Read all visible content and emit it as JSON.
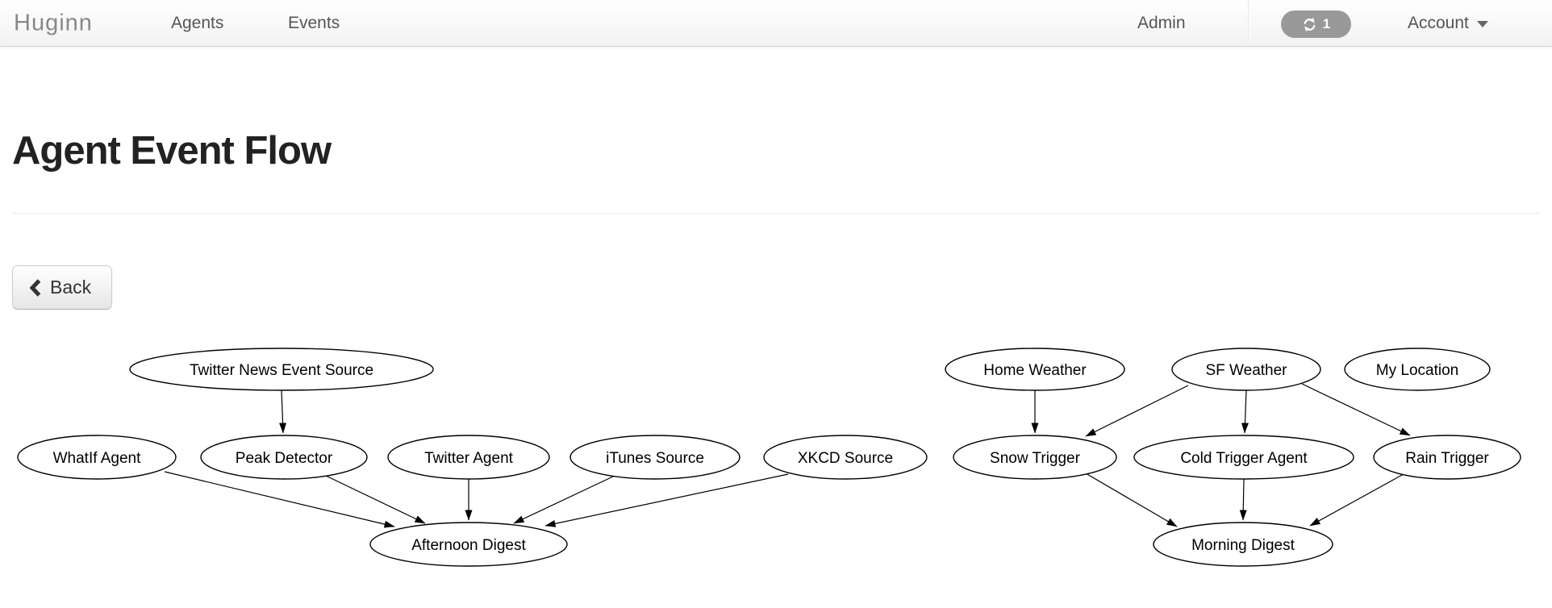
{
  "navbar": {
    "brand": "Huginn",
    "links": [
      {
        "label": "Agents"
      },
      {
        "label": "Events"
      }
    ],
    "admin_label": "Admin",
    "worker_badge": {
      "icon": "refresh-icon",
      "count": "1"
    },
    "account_label": "Account",
    "account_caret": "caret-down-icon"
  },
  "page": {
    "title": "Agent Event Flow",
    "back_icon": "chevron-left-icon",
    "back_button": "Back"
  },
  "graph": {
    "nodes": [
      {
        "id": "twitter-news-event-source",
        "label": "Twitter News Event Source"
      },
      {
        "id": "home-weather",
        "label": "Home Weather"
      },
      {
        "id": "sf-weather",
        "label": "SF Weather"
      },
      {
        "id": "my-location",
        "label": "My Location"
      },
      {
        "id": "whatif-agent",
        "label": "WhatIf Agent"
      },
      {
        "id": "peak-detector",
        "label": "Peak Detector"
      },
      {
        "id": "twitter-agent",
        "label": "Twitter Agent"
      },
      {
        "id": "itunes-source",
        "label": "iTunes Source"
      },
      {
        "id": "xkcd-source",
        "label": "XKCD Source"
      },
      {
        "id": "snow-trigger",
        "label": "Snow Trigger"
      },
      {
        "id": "cold-trigger-agent",
        "label": "Cold Trigger Agent"
      },
      {
        "id": "rain-trigger",
        "label": "Rain Trigger"
      },
      {
        "id": "afternoon-digest",
        "label": "Afternoon Digest"
      },
      {
        "id": "morning-digest",
        "label": "Morning Digest"
      }
    ],
    "edges": [
      {
        "from": "Twitter News Event Source",
        "to": "Peak Detector"
      },
      {
        "from": "WhatIf Agent",
        "to": "Afternoon Digest"
      },
      {
        "from": "Peak Detector",
        "to": "Afternoon Digest"
      },
      {
        "from": "Twitter Agent",
        "to": "Afternoon Digest"
      },
      {
        "from": "iTunes Source",
        "to": "Afternoon Digest"
      },
      {
        "from": "XKCD Source",
        "to": "Afternoon Digest"
      },
      {
        "from": "Home Weather",
        "to": "Snow Trigger"
      },
      {
        "from": "SF Weather",
        "to": "Snow Trigger"
      },
      {
        "from": "SF Weather",
        "to": "Cold Trigger Agent"
      },
      {
        "from": "SF Weather",
        "to": "Rain Trigger"
      },
      {
        "from": "Snow Trigger",
        "to": "Morning Digest"
      },
      {
        "from": "Cold Trigger Agent",
        "to": "Morning Digest"
      },
      {
        "from": "Rain Trigger",
        "to": "Morning Digest"
      }
    ]
  },
  "colors": {
    "navbar_bg_top": "#ffffff",
    "navbar_bg_bottom": "#f2f2f2",
    "navbar_border": "#d4d4d4",
    "brand_text": "#888888",
    "nav_link_text": "#555555",
    "badge_bg": "#999999",
    "badge_text": "#ffffff",
    "title_text": "#222222",
    "rule": "#e9e9e9",
    "button_text": "#333333",
    "button_border": "#cccccc",
    "graph_ink": "#000000"
  }
}
